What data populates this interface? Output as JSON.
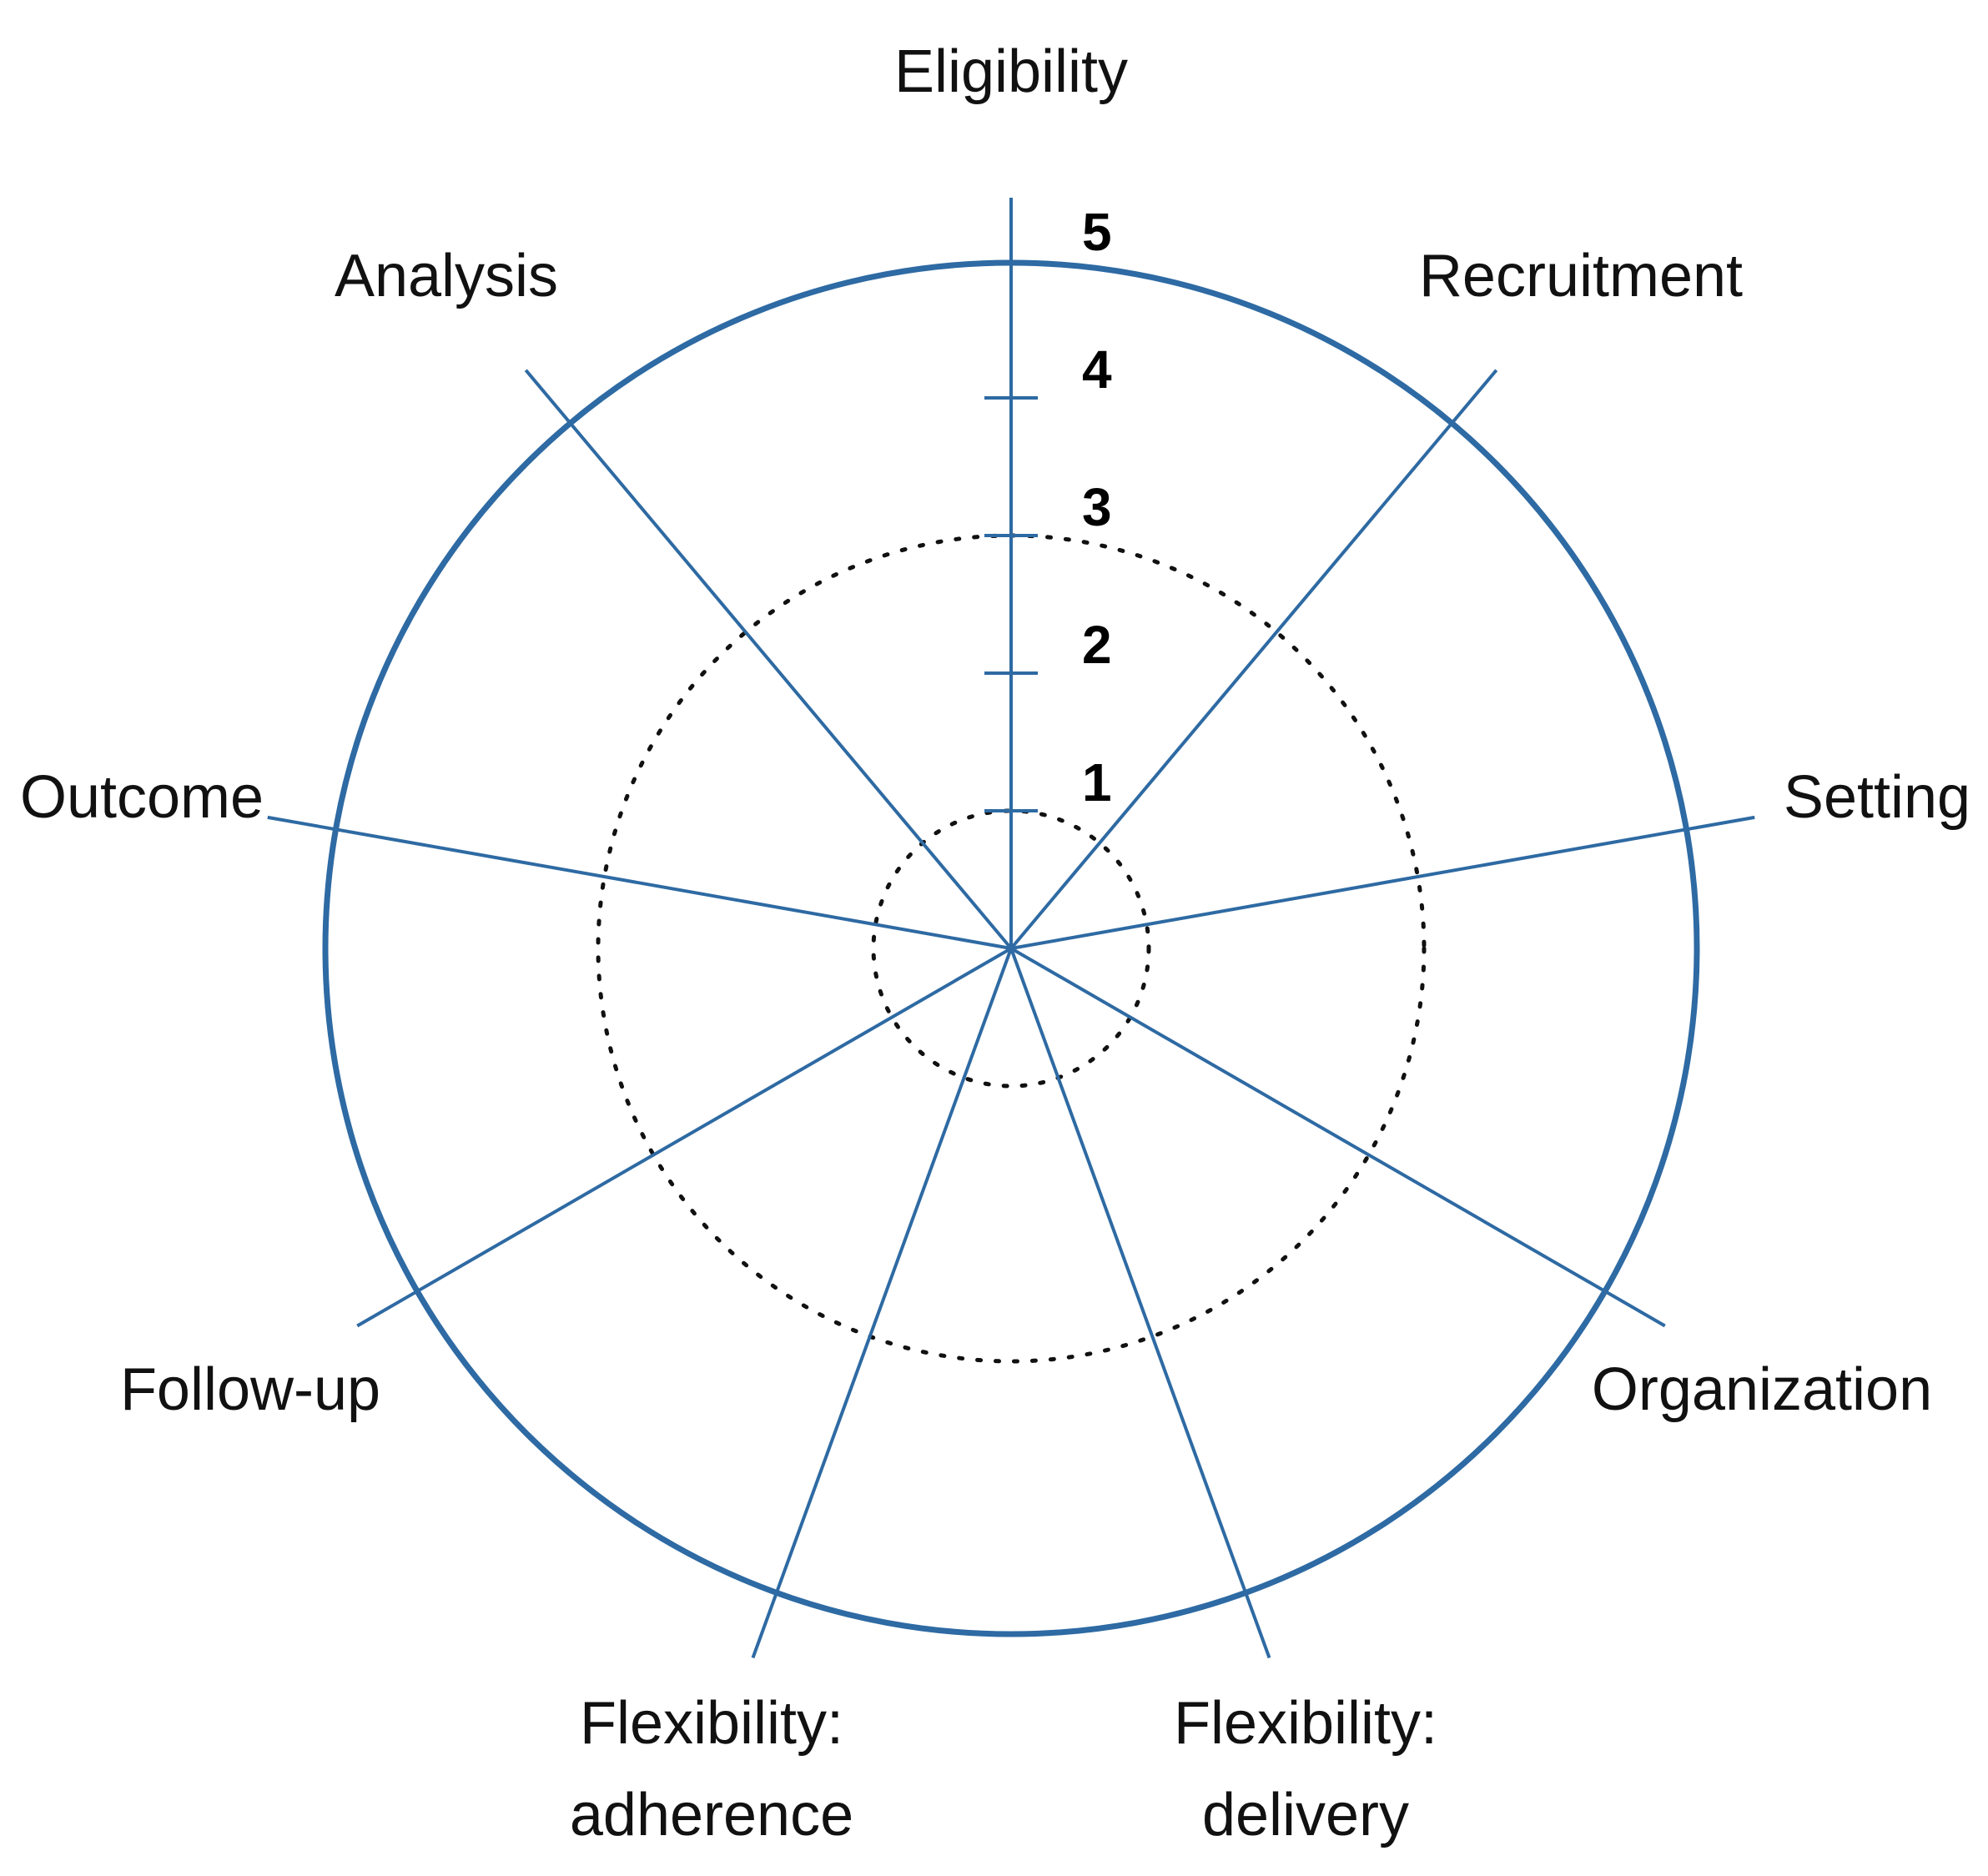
{
  "diagram": {
    "colors": {
      "spoke": "#2e6aa3",
      "rim": "#2e6aa3",
      "dotted_ring": "#111111",
      "text": "#111111"
    },
    "scale": {
      "ticks": [
        "1",
        "2",
        "3",
        "4",
        "5"
      ],
      "max": 5,
      "dotted_rings_at": [
        1,
        3
      ]
    },
    "domains": [
      {
        "lines": [
          "Eligibility"
        ]
      },
      {
        "lines": [
          "Recruitment"
        ]
      },
      {
        "lines": [
          "Setting"
        ]
      },
      {
        "lines": [
          "Organization"
        ]
      },
      {
        "lines": [
          "Flexibility:",
          "delivery"
        ]
      },
      {
        "lines": [
          "Flexibility:",
          "adherence"
        ]
      },
      {
        "lines": [
          "Follow-up"
        ]
      },
      {
        "lines": [
          "Outcome"
        ]
      },
      {
        "lines": [
          "Analysis"
        ]
      }
    ]
  }
}
